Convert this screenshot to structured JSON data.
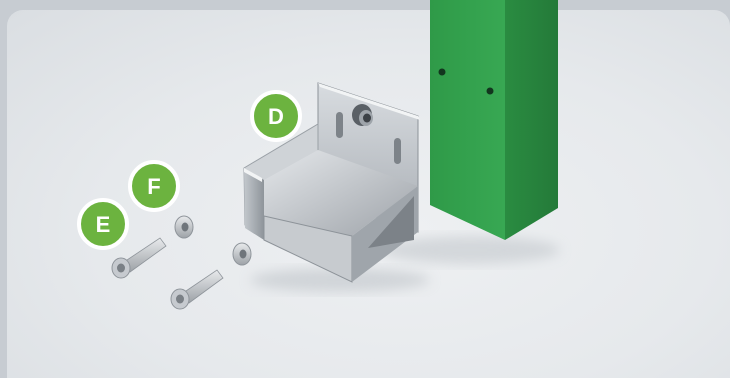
{
  "scene": {
    "colors": {
      "badge_fill": "#6cb33f",
      "badge_ring": "#ffffff",
      "post_green": "#3aa050",
      "metal": "#b9bec4",
      "background": "#e7eaed"
    }
  },
  "labels": {
    "d": "D",
    "f": "F",
    "e": "E"
  }
}
